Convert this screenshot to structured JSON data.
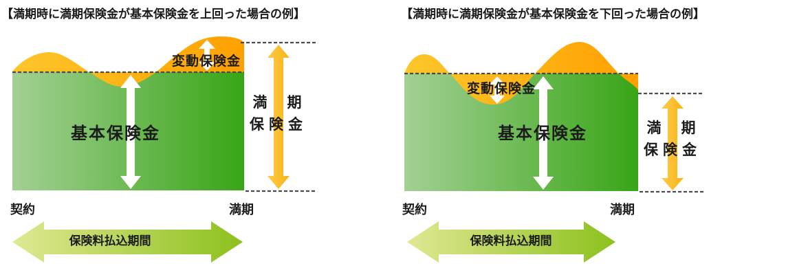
{
  "colors": {
    "wave_yellow": "#FDC62B",
    "wave_orange": "#FFA000",
    "green_light": "#A3D094",
    "green_dark": "#38A516",
    "maturity_arrow_yellow": "#FBC12D",
    "payment_arrow_light": "#E0E893",
    "payment_arrow_dark": "#8CC11D",
    "dashed_line": "#4a4a4a",
    "text": "#1b1b1b",
    "white_arrow": "#ffffff"
  },
  "panels": {
    "left": {
      "title": "【満期時に満期保険金が基本保険金を上回った場合の例】",
      "labels": {
        "variable_benefit": "変動保険金",
        "basic_benefit": "基本保険金",
        "maturity_benefit_line1": "満　期",
        "maturity_benefit_line2": "保険金",
        "contract": "契約",
        "maturity": "満期",
        "payment_period": "保険料払込期間"
      }
    },
    "right": {
      "title": "【満期時に満期保険金が基本保険金を下回った場合の例】",
      "labels": {
        "variable_benefit": "変動保険金",
        "basic_benefit": "基本保険金",
        "maturity_benefit_line1": "満　期",
        "maturity_benefit_line2": "保険金",
        "contract": "契約",
        "maturity": "満期",
        "payment_period": "保険料払込期間"
      }
    }
  }
}
